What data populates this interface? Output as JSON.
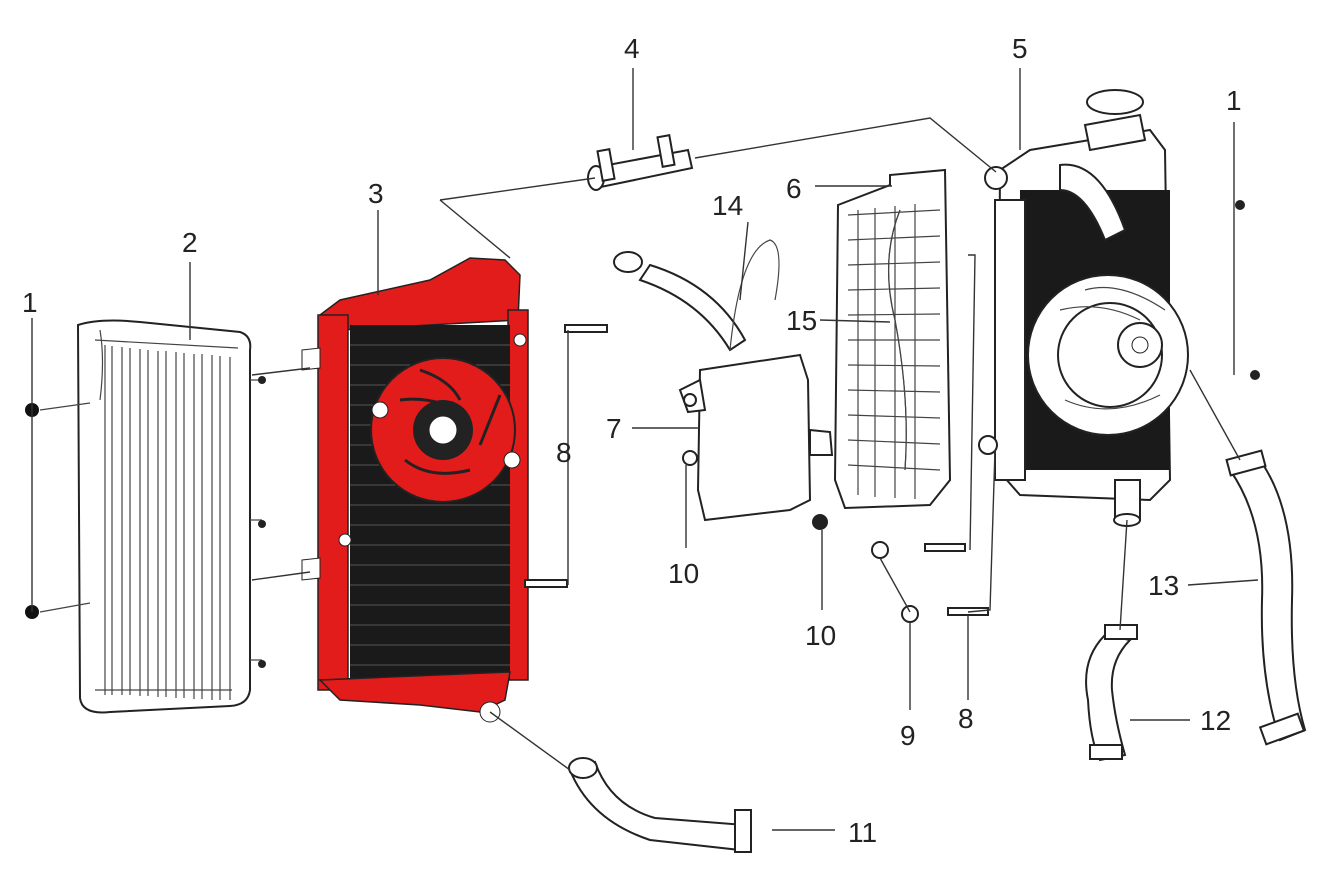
{
  "diagram": {
    "highlight_color": "#e21b1b",
    "line_color": "#333333",
    "callouts": [
      {
        "id": "c1a",
        "label": "1"
      },
      {
        "id": "c1b",
        "label": "1"
      },
      {
        "id": "c2",
        "label": "2"
      },
      {
        "id": "c3",
        "label": "3"
      },
      {
        "id": "c4",
        "label": "4"
      },
      {
        "id": "c5",
        "label": "5"
      },
      {
        "id": "c6",
        "label": "6"
      },
      {
        "id": "c7",
        "label": "7"
      },
      {
        "id": "c8a",
        "label": "8"
      },
      {
        "id": "c8b",
        "label": "8"
      },
      {
        "id": "c9",
        "label": "9"
      },
      {
        "id": "c10a",
        "label": "10"
      },
      {
        "id": "c10b",
        "label": "10"
      },
      {
        "id": "c11",
        "label": "11"
      },
      {
        "id": "c12",
        "label": "12"
      },
      {
        "id": "c13",
        "label": "13"
      },
      {
        "id": "c14",
        "label": "14"
      },
      {
        "id": "c15",
        "label": "15"
      }
    ],
    "parts": [
      {
        "name": "radiator-shroud-left",
        "highlighted": false
      },
      {
        "name": "radiator-left",
        "highlighted": true
      },
      {
        "name": "radiator-right-with-fan",
        "highlighted": false
      }
    ]
  }
}
